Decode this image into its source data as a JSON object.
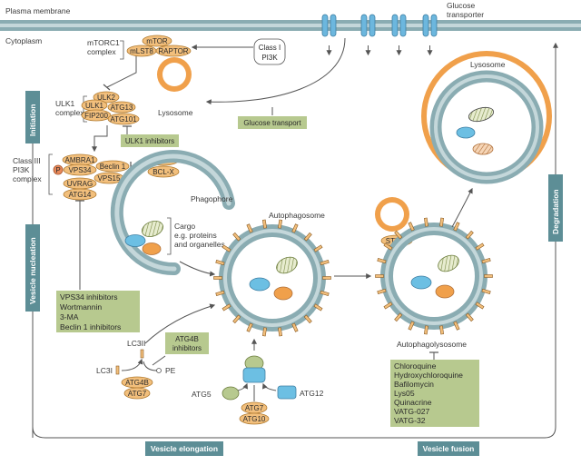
{
  "membrane": {
    "plasma_membrane": "Plasma membrane",
    "cytoplasm": "Cytoplasm",
    "glucose_transporter_1": "Glucose",
    "glucose_transporter_2": "transporter"
  },
  "mtorc1": {
    "label_1": "mTORC1",
    "label_2": "complex",
    "mTOR": "mTOR",
    "mLST8": "mLST8",
    "RAPTOR": "RAPTOR"
  },
  "class1_pi3k": {
    "line_1": "Class I",
    "line_2": "PI3K"
  },
  "lysosome_small": "Lysosome",
  "glucose_transport": "Glucose transport",
  "ulk1": {
    "label_1": "ULK1",
    "label_2": "complex",
    "ULK1": "ULK1",
    "ULK2": "ULK2",
    "ATG13": "ATG13",
    "FIP200": "FIP200",
    "ATG101": "ATG101"
  },
  "ulk1_inhibitors": "ULK1 inhibitors",
  "class3_pi3k": {
    "label_1": "Class III",
    "label_2": "PI3K",
    "label_3": "complex",
    "AMBRA1": "AMBRA1",
    "P": "P",
    "VPS34": "VPS34",
    "Beclin1": "Beclin 1",
    "VPS15": "VPS15",
    "UVRAG": "UVRAG",
    "ATG14": "ATG14",
    "BCL2": "BCL-2",
    "BCLX": "BCL-X"
  },
  "side_labels": {
    "initiation": "Initiation",
    "vesicle_nucleation": "Vesicle nucleation",
    "degradation": "Degradation",
    "vesicle_elongation": "Vesicle elongation",
    "vesicle_fusion": "Vesicle fusion"
  },
  "phagophore": {
    "title": "Phagophore",
    "cargo_1": "Cargo",
    "cargo_2": "e.g. proteins",
    "cargo_3": "and organelles"
  },
  "autophagosome": "Autophagosome",
  "autophagolysosome": "Autophagolysosome",
  "lysosome_large": "Lysosome",
  "stx17": "STX17",
  "vps34_inhibitors": [
    "VPS34 inhibitors",
    "Wortmannin",
    "3-MA",
    "Beclin 1 inhibitors"
  ],
  "lc3": {
    "LC3II": "LC3II",
    "LC3I": "LC3I",
    "PE": "PE",
    "ATG4B": "ATG4B",
    "ATG7": "ATG7"
  },
  "atg4b_inhibitors": {
    "line_1": "ATG4B",
    "line_2": "inhibitors"
  },
  "conjugation": {
    "ATG5": "ATG5",
    "ATG12": "ATG12",
    "ATG7": "ATG7",
    "ATG10": "ATG10"
  },
  "lysosome_inhibitors": [
    "Chloroquine",
    "Hydroxychloroquine",
    "Bafilomycin",
    "Lys05",
    "Quinacrine",
    "VATG-027",
    "VATG-32"
  ],
  "colors": {
    "membrane": "#8aacb2",
    "teal": "#5d8e96",
    "green_box": "#b7c98f",
    "orange_protein": "#f2bf7c",
    "orange_lyso": "#f0a04b",
    "blue_vesicle": "#6cbfe3"
  }
}
